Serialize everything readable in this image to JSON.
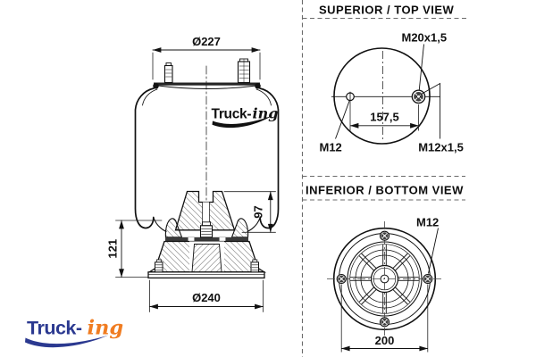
{
  "colors": {
    "line": "#111111",
    "navy": "#2b3990",
    "orange": "#f07c21"
  },
  "panels": {
    "top_view": {
      "title": "SUPERIOR / TOP VIEW",
      "thread_top_label": "M20x1,5",
      "bolt_left_label": "M12",
      "bolt_right_label": "M12x1,5",
      "bolt_spacing": "157,5"
    },
    "bottom_view": {
      "title": "INFERIOR / BOTTOM VIEW",
      "bolt_label": "M12",
      "bolt_spacing": "200"
    }
  },
  "main_view": {
    "top_diameter": "Ø227",
    "bottom_diameter": "Ø240",
    "piston_height": "121",
    "bumper_height": "97",
    "watermark": {
      "brand_bold": "Truck-",
      "brand_script": "ing"
    }
  },
  "footer_logo": {
    "brand_bold": "Truck-",
    "brand_script": "ing"
  }
}
